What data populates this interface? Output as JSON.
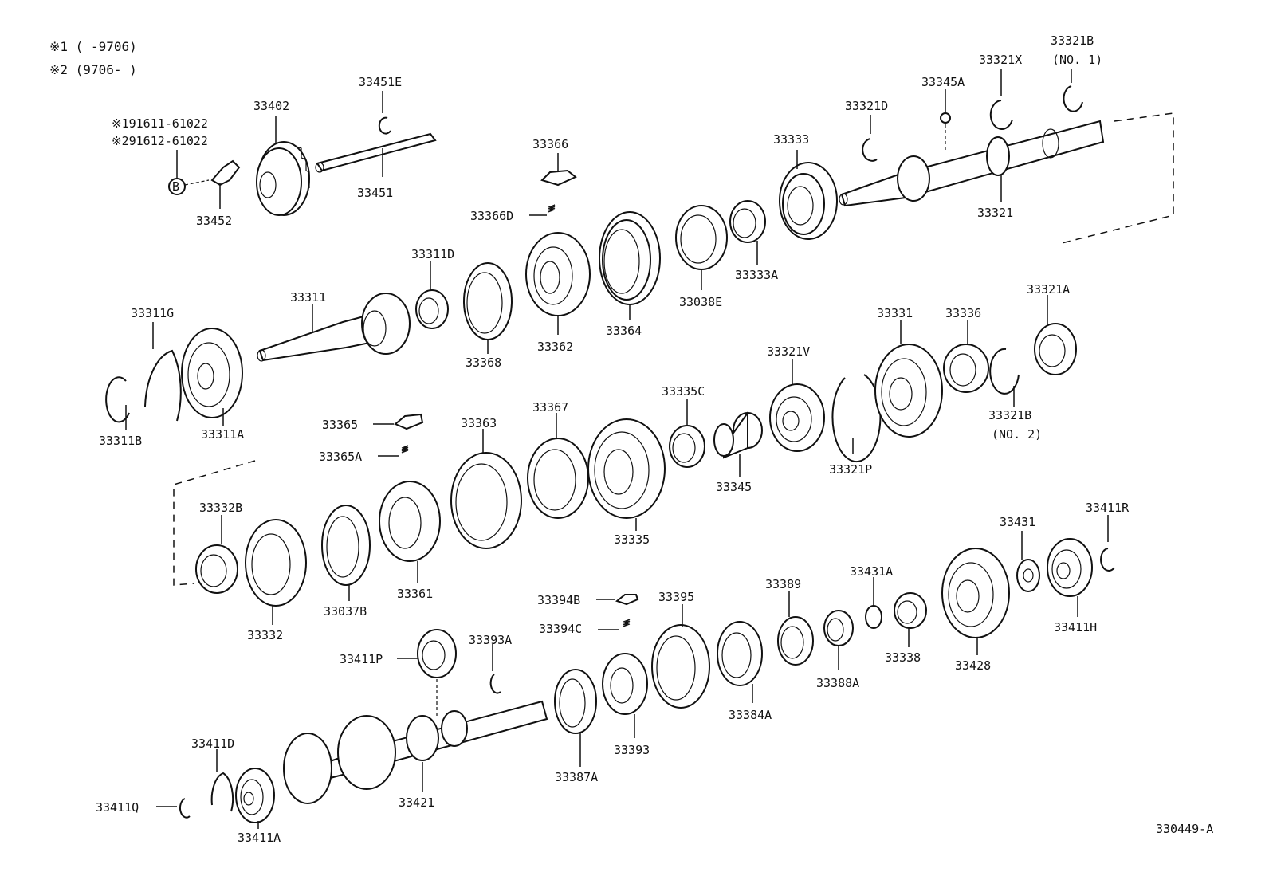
{
  "notes": {
    "n1": "※1 (    -9706)",
    "n2": "※2 (9706-    )",
    "n3": "※191611-61022",
    "n4": "※291612-61022",
    "b": "B"
  },
  "labels": {
    "33402": "33402",
    "33451E": "33451E",
    "33451": "33451",
    "33452": "33452",
    "33366": "33366",
    "33366D": "33366D",
    "33333": "33333",
    "33333A": "33333A",
    "33038E": "33038E",
    "33364": "33364",
    "33362": "33362",
    "33368": "33368",
    "33311D": "33311D",
    "33311": "33311",
    "33311G": "33311G",
    "33311A": "33311A",
    "33311B": "33311B",
    "33321D": "33321D",
    "33345A": "33345A",
    "33321X": "33321X",
    "33321B1": "33321B",
    "no1": "(NO. 1)",
    "33321": "33321",
    "33331": "33331",
    "33336": "33336",
    "33321A": "33321A",
    "33321V": "33321V",
    "33321B2": "33321B",
    "no2": "(NO. 2)",
    "33321P": "33321P",
    "33335C": "33335C",
    "33345": "33345",
    "33335": "33335",
    "33367": "33367",
    "33363": "33363",
    "33365": "33365",
    "33365A": "33365A",
    "33332B": "33332B",
    "33332": "33332",
    "33037B": "33037B",
    "33361": "33361",
    "33431": "33431",
    "33411R": "33411R",
    "33411H": "33411H",
    "33428": "33428",
    "33431A": "33431A",
    "33338": "33338",
    "33389": "33389",
    "33388A": "33388A",
    "33395": "33395",
    "33384A": "33384A",
    "33394B": "33394B",
    "33394C": "33394C",
    "33393": "33393",
    "33387A": "33387A",
    "33393A": "33393A",
    "33411P": "33411P",
    "33421": "33421",
    "33411D": "33411D",
    "33411Q": "33411Q",
    "33411A": "33411A",
    "ref": "330449-A"
  }
}
